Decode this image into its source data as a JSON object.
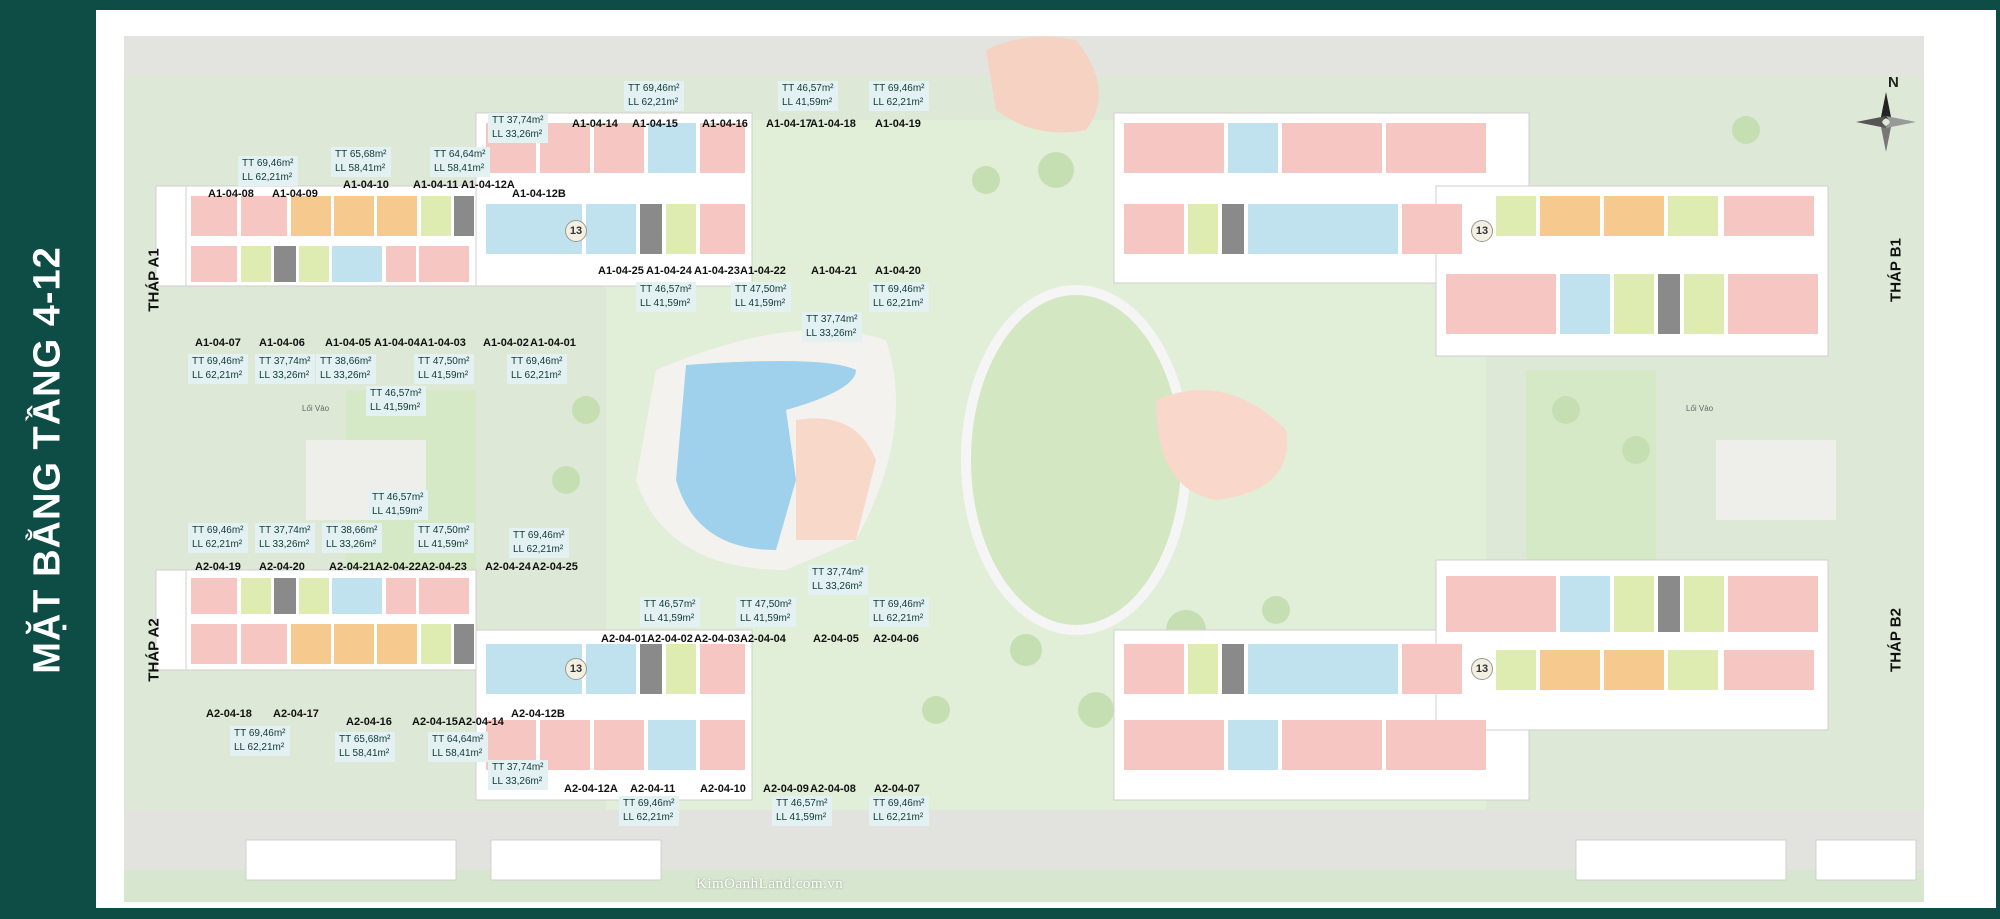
{
  "title": "MẶT BẰNG TẦNG 4-12",
  "watermark": "KimOanhLand.com.vn",
  "compass": "N",
  "entry": "Lối Vào",
  "floor_marker": "13",
  "towers": {
    "a1": "THÁP A1",
    "a2": "THÁP A2",
    "b1": "THÁP B1",
    "b2": "THÁP B2"
  },
  "units": {
    "a1_top": [
      "A1-04-08",
      "A1-04-09",
      "A1-04-10",
      "A1-04-11",
      "A1-04-12A",
      "A1-04-12B"
    ],
    "a1_top_right": [
      "A1-04-14",
      "A1-04-15",
      "A1-04-16",
      "A1-04-17",
      "A1-04-18",
      "A1-04-19"
    ],
    "a1_mid": [
      "A1-04-25",
      "A1-04-24",
      "A1-04-23",
      "A1-04-22",
      "A1-04-21",
      "A1-04-20"
    ],
    "a1_bottom": [
      "A1-04-07",
      "A1-04-06",
      "A1-04-05",
      "A1-04-04",
      "A1-04-03",
      "A1-04-02",
      "A1-04-01"
    ],
    "a2_top": [
      "A2-04-19",
      "A2-04-20",
      "A2-04-21",
      "A2-04-22",
      "A2-04-23",
      "A2-04-24",
      "A2-04-25"
    ],
    "a2_mid": [
      "A2-04-01",
      "A2-04-02",
      "A2-04-03",
      "A2-04-04",
      "A2-04-05",
      "A2-04-06"
    ],
    "a2_left_bottom": [
      "A2-04-18",
      "A2-04-17",
      "A2-04-16",
      "A2-04-15",
      "A2-04-14",
      "A2-04-12B"
    ],
    "a2_bottom": [
      "A2-04-12A",
      "A2-04-11",
      "A2-04-10",
      "A2-04-09",
      "A2-04-08",
      "A2-04-07"
    ]
  },
  "areas": {
    "a1_top_1": {
      "tt": "TT 69,46m²",
      "ll": "LL 62,21m²"
    },
    "a1_top_2": {
      "tt": "TT 65,68m²",
      "ll": "LL 58,41m²"
    },
    "a1_top_3": {
      "tt": "TT 64,64m²",
      "ll": "LL 58,41m²"
    },
    "a1_top_4": {
      "tt": "TT 37,74m²",
      "ll": "LL 33,26m²"
    },
    "a1_top_5": {
      "tt": "TT 69,46m²",
      "ll": "LL 62,21m²"
    },
    "a1_top_6": {
      "tt": "TT 46,57m²",
      "ll": "LL 41,59m²"
    },
    "a1_top_7": {
      "tt": "TT 69,46m²",
      "ll": "LL 62,21m²"
    },
    "a1_mid_1": {
      "tt": "TT 46,57m²",
      "ll": "LL 41,59m²"
    },
    "a1_mid_2": {
      "tt": "TT 47,50m²",
      "ll": "LL 41,59m²"
    },
    "a1_mid_3": {
      "tt": "TT 69,46m²",
      "ll": "LL 62,21m²"
    },
    "a1_mid_4": {
      "tt": "TT 37,74m²",
      "ll": "LL 33,26m²"
    },
    "a1_bot_1": {
      "tt": "TT 69,46m²",
      "ll": "LL 62,21m²"
    },
    "a1_bot_2": {
      "tt": "TT 37,74m²",
      "ll": "LL 33,26m²"
    },
    "a1_bot_3": {
      "tt": "TT 38,66m²",
      "ll": "LL 33,26m²"
    },
    "a1_bot_4": {
      "tt": "TT 47,50m²",
      "ll": "LL 41,59m²"
    },
    "a1_bot_5": {
      "tt": "TT 69,46m²",
      "ll": "LL 62,21m²"
    },
    "a1_bot_6": {
      "tt": "TT 46,57m²",
      "ll": "LL 41,59m²"
    },
    "a2_top_0": {
      "tt": "TT 46,57m²",
      "ll": "LL 41,59m²"
    },
    "a2_top_1": {
      "tt": "TT 69,46m²",
      "ll": "LL 62,21m²"
    },
    "a2_top_2": {
      "tt": "TT 37,74m²",
      "ll": "LL 33,26m²"
    },
    "a2_top_3": {
      "tt": "TT 38,66m²",
      "ll": "LL 33,26m²"
    },
    "a2_top_4": {
      "tt": "TT 47,50m²",
      "ll": "LL 41,59m²"
    },
    "a2_top_5": {
      "tt": "TT 69,46m²",
      "ll": "LL 62,21m²"
    },
    "a2_mid_1": {
      "tt": "TT 46,57m²",
      "ll": "LL 41,59m²"
    },
    "a2_mid_2": {
      "tt": "TT 47,50m²",
      "ll": "LL 41,59m²"
    },
    "a2_mid_3": {
      "tt": "TT 37,74m²",
      "ll": "LL 33,26m²"
    },
    "a2_mid_4": {
      "tt": "TT 69,46m²",
      "ll": "LL 62,21m²"
    },
    "a2_bot_1": {
      "tt": "TT 69,46m²",
      "ll": "LL 62,21m²"
    },
    "a2_bot_2": {
      "tt": "TT 65,68m²",
      "ll": "LL 58,41m²"
    },
    "a2_bot_3": {
      "tt": "TT 64,64m²",
      "ll": "LL 58,41m²"
    },
    "a2_bot_4": {
      "tt": "TT 37,74m²",
      "ll": "LL 33,26m²"
    },
    "a2_bot_5": {
      "tt": "TT 69,46m²",
      "ll": "LL 62,21m²"
    },
    "a2_bot_6": {
      "tt": "TT 46,57m²",
      "ll": "LL 41,59m²"
    },
    "a2_bot_7": {
      "tt": "TT 69,46m²",
      "ll": "LL 62,21m²"
    }
  },
  "colors": {
    "frame": "#0d4d45",
    "pink_unit": "#f6c7c2",
    "blue_unit": "#bfe2ee",
    "orange_unit": "#f6c98e",
    "green_unit": "#dfecb1",
    "core": "#8a8a8a",
    "landscape": "#dcecd0",
    "pool": "#9fd1ec"
  }
}
